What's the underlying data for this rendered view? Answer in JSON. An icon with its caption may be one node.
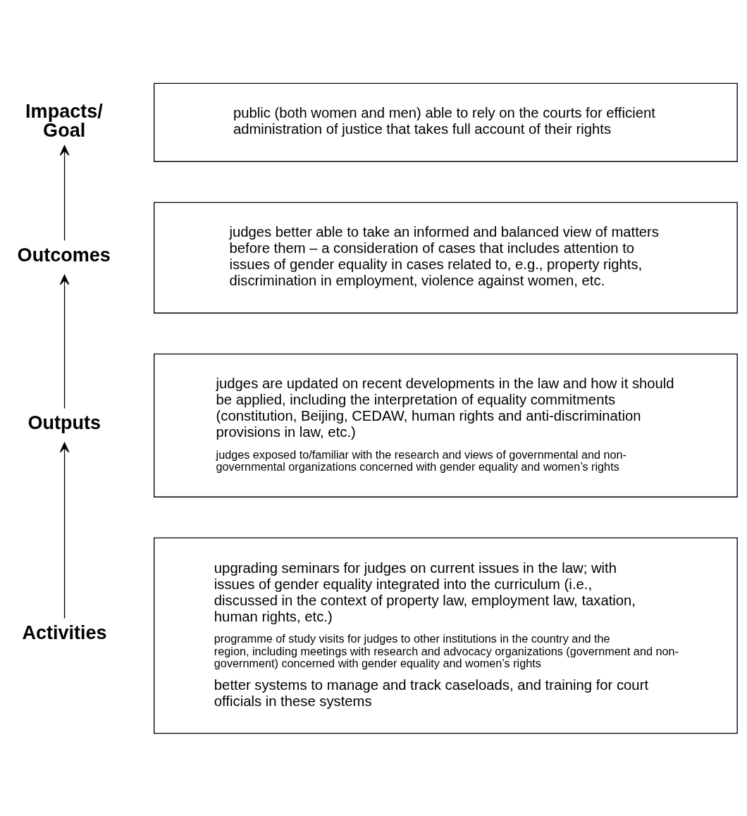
{
  "diagram": {
    "nodes": [
      {
        "text": [
          "Impacts/ Goal"
        ]
      },
      {
        "text": [
          "public (both women and men) able to rely on the courts for efficient administration of justice that takes full account of their rights"
        ]
      },
      {
        "text": [
          "Outcomes"
        ]
      },
      {
        "text": [
          "judges better able to take an informed and balanced view of matters before them – a consideration of cases that includes attention to issues of gender equality in cases related to, e.g., property rights, discrimination in employment, violence against women, etc."
        ]
      },
      {
        "text": [
          "Outputs"
        ]
      },
      {
        "text": [
          "judges are updated on recent developments in the law and how it should be applied, including the interpretation of equality commitments (constitution, Beijing, CEDAW, human rights and anti-discrimination provisions in law, etc.)",
          "judges exposed to/familiar with the research and views of governmental and non-governmental organizations concerned with gender equality and women’s rights"
        ]
      },
      {
        "text": [
          "Activities"
        ]
      },
      {
        "text": [
          "upgrading seminars for judges on current issues in the law; with issues of gender equality integrated into the curriculum (i.e., discussed in the context of property law, employment law, taxation, human rights, etc.)",
          "programme of study visits for judges to other institutions in the country and the region, including meetings with research and advocacy organizations (government and non-government) concerned with gender equality and women’s rights",
          "better systems to manage and track caseloads, and training for court officials in these systems"
        ]
      }
    ],
    "edges": [
      {
        "from": 2,
        "to": 0,
        "arrow": "to"
      },
      {
        "from": 4,
        "to": 2,
        "arrow": "to"
      },
      {
        "from": 6,
        "to": 4,
        "arrow": "to"
      }
    ]
  }
}
